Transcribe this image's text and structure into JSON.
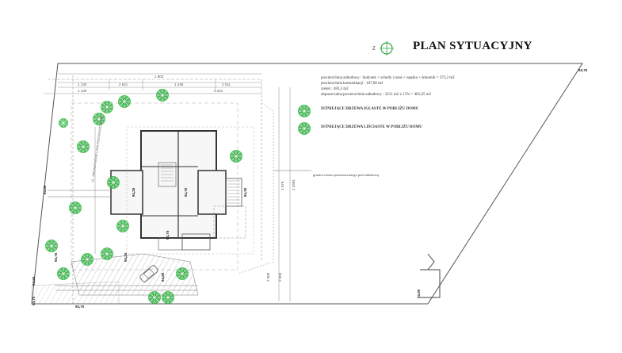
{
  "title": "PLAN SYTUACYJNY",
  "compass": {
    "label": "Z",
    "icon": "north-arrow-icon"
  },
  "legend": {
    "line1": "powierzchnia zabudowy : budynek + schody i taras + opaska + śmietnik = 373,2 m2",
    "line2": "powierzchnia komunikacji : 107,00 m2",
    "line3": "zieleń : 483,3 m2",
    "line4": "dopuszczalna powierzchnia zabudowy : 3211 m2 x 15% = 481,65 m2",
    "trees_coniferous": "ISTNIEJĄCE DRZEWA IGLASTE W POBLIŻU DOMU",
    "trees_deciduous": "ISTNIEJĄCE DRZEWA LIŚCIASTE W POBLIŻU DOMU"
  },
  "note": "granica terenu przeznaczonego pod zabudowę",
  "dimensions": {
    "top_total": "1 802",
    "left_a": "1 130",
    "left_b": "2 621",
    "mid": "1 249",
    "right_a": "2 011",
    "left_b2": "1 130",
    "right_c": "2 231",
    "vertical_a": "2 978",
    "vertical_b": "2 2981",
    "bottom_a": "2 903",
    "bottom_b": "2 903"
  },
  "levels": {
    "l1": "93,80",
    "l2": "93,65",
    "l3": "93,70",
    "l4": "93,70",
    "l5": "93,75",
    "l6": "94,25",
    "l7": "94,70",
    "l8": "94,30",
    "l9": "94,80",
    "l10": "94,75",
    "l11": "93,90",
    "l12": "94,25",
    "l13": "93,75"
  },
  "road_label": "UL. MAGAZYNOWA LINIA ROZGRANICZENIA",
  "colors": {
    "tree": "#2fa84a",
    "tree_dark": "#1e7a33",
    "line": "#444444",
    "wall": "#333333"
  }
}
